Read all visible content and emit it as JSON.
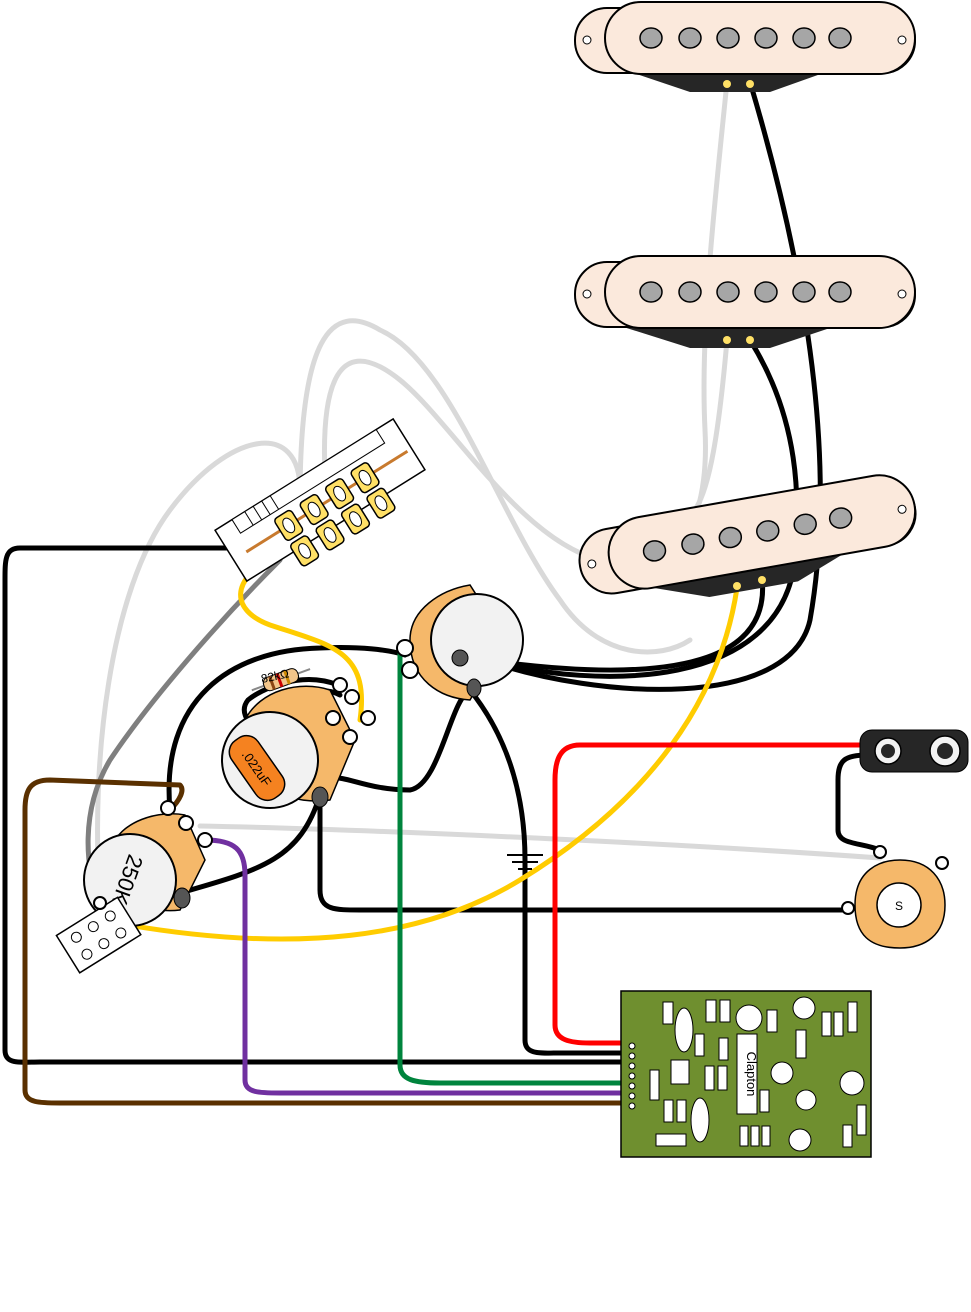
{
  "labels": {
    "resistor": "82kΩ",
    "capacitor": ".022uF",
    "pot": "250K",
    "jack": "S",
    "pcb": "Clapton"
  },
  "colors": {
    "wire_black": "#000000",
    "wire_white": "#d9d9d9",
    "wire_grey": "#7f7f7f",
    "wire_yellow": "#ffcc00",
    "wire_red": "#ff0000",
    "wire_green": "#00843d",
    "wire_purple": "#7030a0",
    "wire_brown": "#5a3000",
    "pickup_cover": "#fbe9dc",
    "pot_body": "#f5b86a",
    "capacitor": "#f58220",
    "pcb": "#6f8f2f"
  },
  "icons": [
    "ground-icon",
    "battery-clip-icon",
    "output-jack-icon",
    "resistor-icon",
    "capacitor-icon"
  ]
}
